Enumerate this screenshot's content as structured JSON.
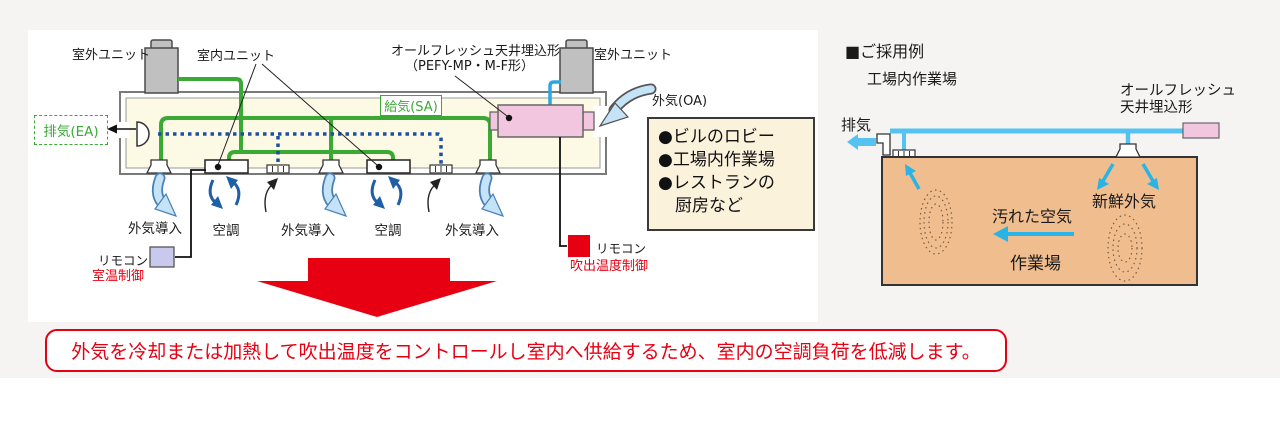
{
  "left": {
    "outdoor_unit_label_1": "室外ユニット",
    "indoor_unit_label": "室内ユニット",
    "allfresh_label_line1": "オールフレッシュ天井埋込形",
    "allfresh_label_line2": "（PEFY-MP・M-F形）",
    "outdoor_unit_label_2": "室外ユニット",
    "supply_air_label": "給気(SA)",
    "exhaust_air_label": "排気(EA)",
    "outside_air_label": "外気(OA)",
    "airflow_labels": [
      "外気導入",
      "空調",
      "外気導入",
      "空調",
      "外気導入"
    ],
    "remote_1_label": "リモコン",
    "remote_1_control": "室温制御",
    "remote_2_label": "リモコン",
    "remote_2_control": "吹出温度制御"
  },
  "applications": {
    "lines": [
      "●ビルのロビー",
      "●工場内作業場",
      "●レストランの",
      "　厨房など"
    ]
  },
  "right": {
    "heading": "■ご採用例",
    "subheading": "工場内作業場",
    "unit_label_line1": "オールフレッシュ",
    "unit_label_line2": "天井埋込形",
    "exhaust_label": "排気",
    "fresh_air_label": "新鮮外気",
    "dirty_air_label": "汚れた空気",
    "workspace_label": "作業場"
  },
  "footer": {
    "message": "外気を冷却または加熱して吹出温度をコントロールし室内へ供給するため、室内の空調負荷を低減します。"
  },
  "colors": {
    "accent_red": "#e60012",
    "pipe_green": "#3aaa35",
    "duct_blue": "#54c3f1",
    "refrigerant_blue": "#2ea7e0",
    "control_dotted_blue": "#1d50a2",
    "air_arrow_fill": "#c5e3f7",
    "air_arrow_edge": "#4a7fb5",
    "ac_arrow_blue": "#1f5fa8",
    "unit_pink": "#f2c6de",
    "plenum_cream": "#fcf9e4",
    "workspace_tan": "#f0be8e",
    "remote_lavender": "#c9c9ed",
    "apps_box_cream": "#fbf2dc",
    "background_gray": "#f5f4f2"
  }
}
